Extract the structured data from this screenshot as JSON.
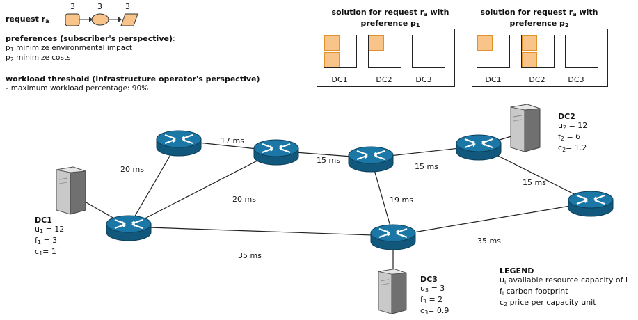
{
  "request": {
    "label": "request r",
    "label_sub": "a",
    "flow_counts": [
      "3",
      "3",
      "3"
    ]
  },
  "preferences": {
    "title": "preferences (subscriber's perspective)",
    "title_suffix": ":",
    "items": [
      {
        "name": "p",
        "sub": "1",
        "text": "minimize environmental impact"
      },
      {
        "name": "p",
        "sub": "2",
        "text": "minimize costs"
      }
    ]
  },
  "workload": {
    "title": "workload threshold (infrastructure operator's perspective)",
    "prefix": "-",
    "text": "maximum workload percentage: 90%"
  },
  "solutions": [
    {
      "title_line1": "solution for request r",
      "title_sub": "a",
      "title_mid": " with",
      "title_line2": "preference p",
      "title_line2_sub": "1",
      "dc_labels": [
        "DC1",
        "DC2",
        "DC3"
      ],
      "filled_units": [
        2,
        1,
        0
      ]
    },
    {
      "title_line1": "solution for request r",
      "title_sub": "a",
      "title_mid": " with",
      "title_line2": "preference p",
      "title_line2_sub": "2",
      "dc_labels": [
        "DC1",
        "DC2",
        "DC3"
      ],
      "filled_units": [
        1,
        2,
        0
      ]
    }
  ],
  "datacenters": [
    {
      "name": "DC1",
      "lines": [
        {
          "k": "u",
          "sub": "1",
          "v": " = 12"
        },
        {
          "k": "f",
          "sub": "1",
          "v": " = 3"
        },
        {
          "k": "c",
          "sub": "1",
          "v": "= 1"
        }
      ]
    },
    {
      "name": "DC2",
      "lines": [
        {
          "k": "u",
          "sub": "2",
          "v": " = 12"
        },
        {
          "k": "f",
          "sub": "2",
          "v": " = 6"
        },
        {
          "k": "c",
          "sub": "2",
          "v": "= 1.2"
        }
      ]
    },
    {
      "name": "DC3",
      "lines": [
        {
          "k": "u",
          "sub": "3",
          "v": " = 3"
        },
        {
          "k": "f",
          "sub": "3",
          "v": " = 2"
        },
        {
          "k": "c",
          "sub": "3",
          "v": "= 0.9"
        }
      ]
    }
  ],
  "latencies": [
    "17 ms",
    "20 ms",
    "15 ms",
    "15 ms",
    "15 ms",
    "20 ms",
    "19 ms",
    "35 ms",
    "35 ms"
  ],
  "legend": {
    "title": "LEGEND",
    "items": [
      {
        "k": "u",
        "sub": "i",
        "text": " available resource capacity of i"
      },
      {
        "k": "f",
        "sub": "i",
        "text": " carbon footprint"
      },
      {
        "k": "c",
        "sub": "2",
        "text": " price per capacity unit"
      }
    ]
  },
  "colors": {
    "accent_fill": "#f9c48a",
    "accent_stroke": "#e0922d",
    "router": "#1b6a93"
  }
}
